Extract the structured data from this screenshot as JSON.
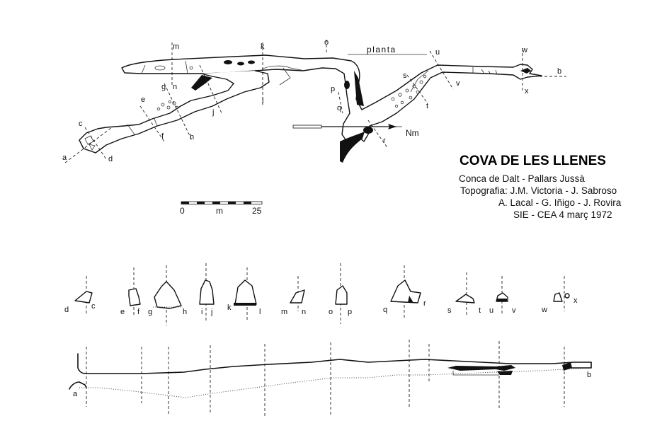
{
  "title": "COVA DE LES LLENES",
  "location": "Conca de Dalt - Pallars Jussà",
  "credits": [
    "Topografia: J.M. Victoria - J. Sabroso",
    "A. Lacal - G. Iñigo - J. Rovira",
    "SIE - CEA  4 març 1972"
  ],
  "plan_label": "planta",
  "north_label": "Nm",
  "scale_bar": {
    "start": "0",
    "unit": "m",
    "end": "25"
  },
  "plan_points": {
    "a": "a",
    "b": "b",
    "c": "c",
    "d": "d",
    "e": "e",
    "f": "f",
    "g": "g",
    "h": "h",
    "j": "j",
    "k": "k",
    "l": "l",
    "m": "m",
    "n": "n",
    "o": "o",
    "p": "p",
    "q": "q",
    "r": "r",
    "s": "s",
    "t": "t",
    "u": "u",
    "v": "v",
    "w": "w",
    "x": "x"
  },
  "sections": [
    {
      "left": "d",
      "right": "c"
    },
    {
      "left": "e",
      "right": "f"
    },
    {
      "left": "g",
      "right": "h"
    },
    {
      "left": "i",
      "right": "j"
    },
    {
      "left": "k",
      "right": "l"
    },
    {
      "left": "m",
      "right": "n"
    },
    {
      "left": "o",
      "right": "p"
    },
    {
      "left": "q",
      "right": "r"
    },
    {
      "left": "s",
      "right": "t"
    },
    {
      "left": "u",
      "right": "v"
    },
    {
      "left": "w",
      "right": "x"
    }
  ],
  "profile_ends": {
    "start": "a",
    "end": "b"
  }
}
